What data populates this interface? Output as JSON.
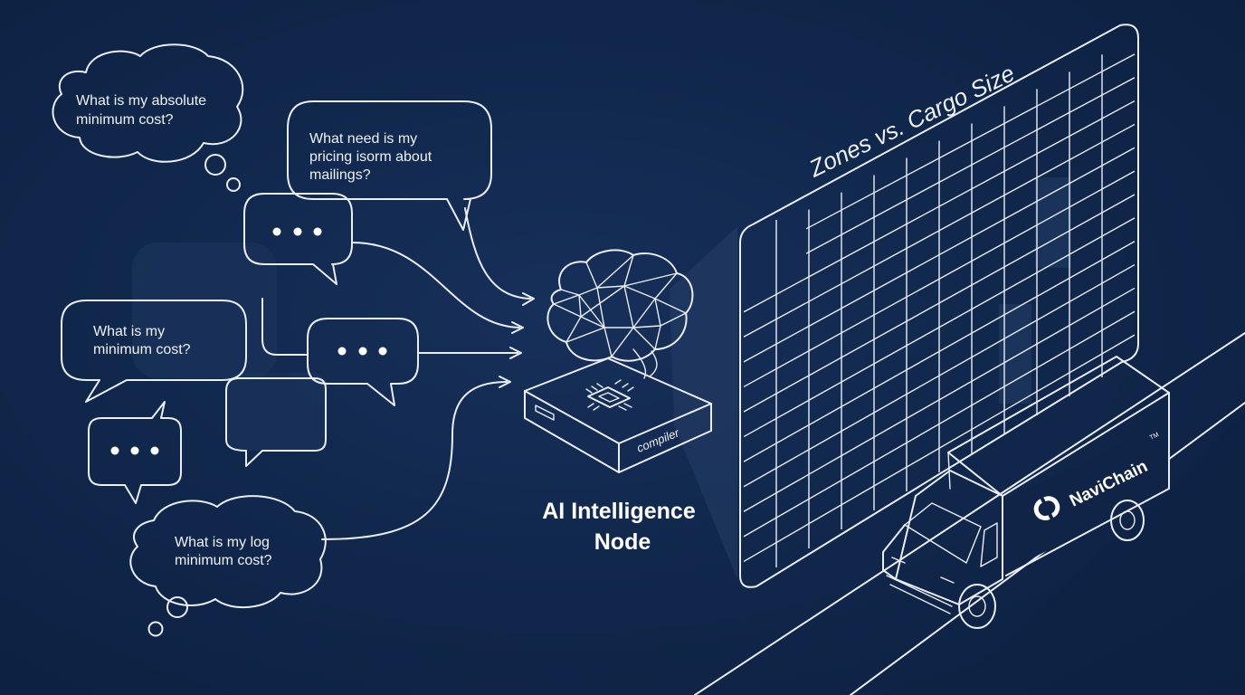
{
  "bubbles": {
    "q_absolute": [
      "What is my absolute",
      "minimum cost?"
    ],
    "q_pricing": [
      "What need is my",
      "pricing isorm about",
      "mailings?"
    ],
    "q_minimum": [
      "What is my",
      "minimum cost?"
    ],
    "q_log": [
      "What is my log",
      "minimum cost?"
    ]
  },
  "node": {
    "label_line1": "AI Intelligence",
    "label_line2": "Node",
    "chip_label": "compiler"
  },
  "grid": {
    "title": "Zones vs. Cargo Size"
  },
  "truck": {
    "brand": "NaviChain",
    "trademark": "TM"
  },
  "colors": {
    "background": "#11284d",
    "line": "#e9eef7",
    "text": "#ffffff"
  }
}
